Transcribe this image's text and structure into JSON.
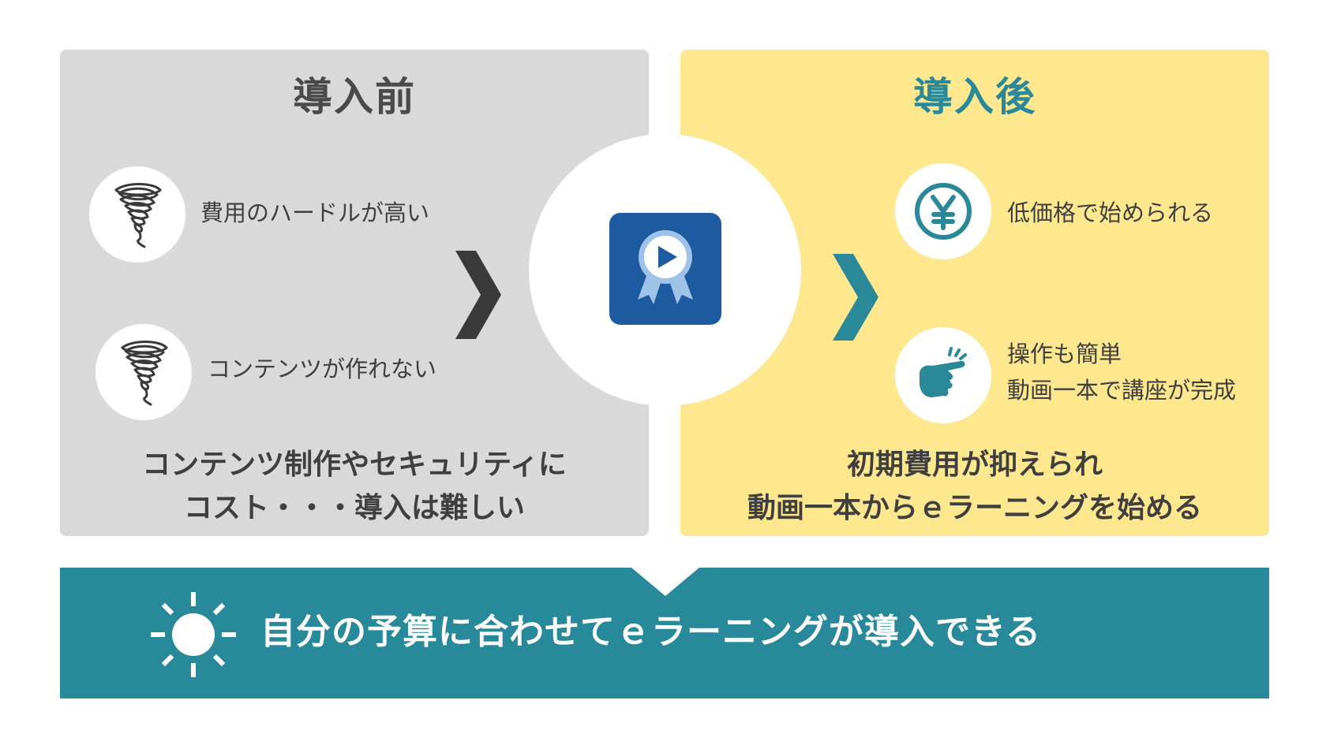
{
  "before": {
    "title": "導入前",
    "items": [
      {
        "icon": "tornado-icon",
        "text": "費用のハードルが高い"
      },
      {
        "icon": "tornado-icon",
        "text": "コンテンツが作れない"
      }
    ],
    "summary_line1": "コンテンツ制作やセキュリティに",
    "summary_line2": "コスト・・・導入は難しい"
  },
  "after": {
    "title": "導入後",
    "items": [
      {
        "icon": "yen-icon",
        "text": "低価格で始められる"
      },
      {
        "icon": "pointing-hand-icon",
        "text_line1": "操作も簡単",
        "text_line2": "動画一本で講座が完成"
      }
    ],
    "summary_line1": "初期費用が抑えられ",
    "summary_line2": "動画一本からｅラーニングを始める"
  },
  "center": {
    "icon": "play-award-app-icon"
  },
  "banner": {
    "icon": "sun-icon",
    "text": "自分の予算に合わせてｅラーニングが導入できる"
  },
  "colors": {
    "before_panel": "#d9d9d9",
    "after_panel": "#fde78f",
    "teal": "#28899b",
    "app_blue": "#1e5aa0",
    "dark_text": "#3f3f3f"
  }
}
